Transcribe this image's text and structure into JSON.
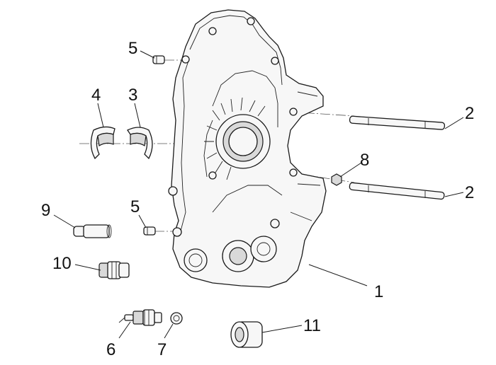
{
  "callouts": [
    {
      "id": "c1",
      "number": "1",
      "part": "crankcase-cover"
    },
    {
      "id": "c2a",
      "number": "2",
      "part": "stud-bolt-upper"
    },
    {
      "id": "c2b",
      "number": "2",
      "part": "stud-bolt-lower"
    },
    {
      "id": "c3",
      "number": "3",
      "part": "bearing-shell-right"
    },
    {
      "id": "c4",
      "number": "4",
      "part": "bearing-shell-left"
    },
    {
      "id": "c5a",
      "number": "5",
      "part": "dowel-pin-upper"
    },
    {
      "id": "c5b",
      "number": "5",
      "part": "dowel-pin-lower"
    },
    {
      "id": "c6",
      "number": "6",
      "part": "sensor-switch"
    },
    {
      "id": "c7",
      "number": "7",
      "part": "sealing-washer"
    },
    {
      "id": "c8",
      "number": "8",
      "part": "small-nut"
    },
    {
      "id": "c9",
      "number": "9",
      "part": "plug-pin"
    },
    {
      "id": "c10",
      "number": "10",
      "part": "hollow-fitting"
    },
    {
      "id": "c11",
      "number": "11",
      "part": "rubber-bushing"
    }
  ]
}
